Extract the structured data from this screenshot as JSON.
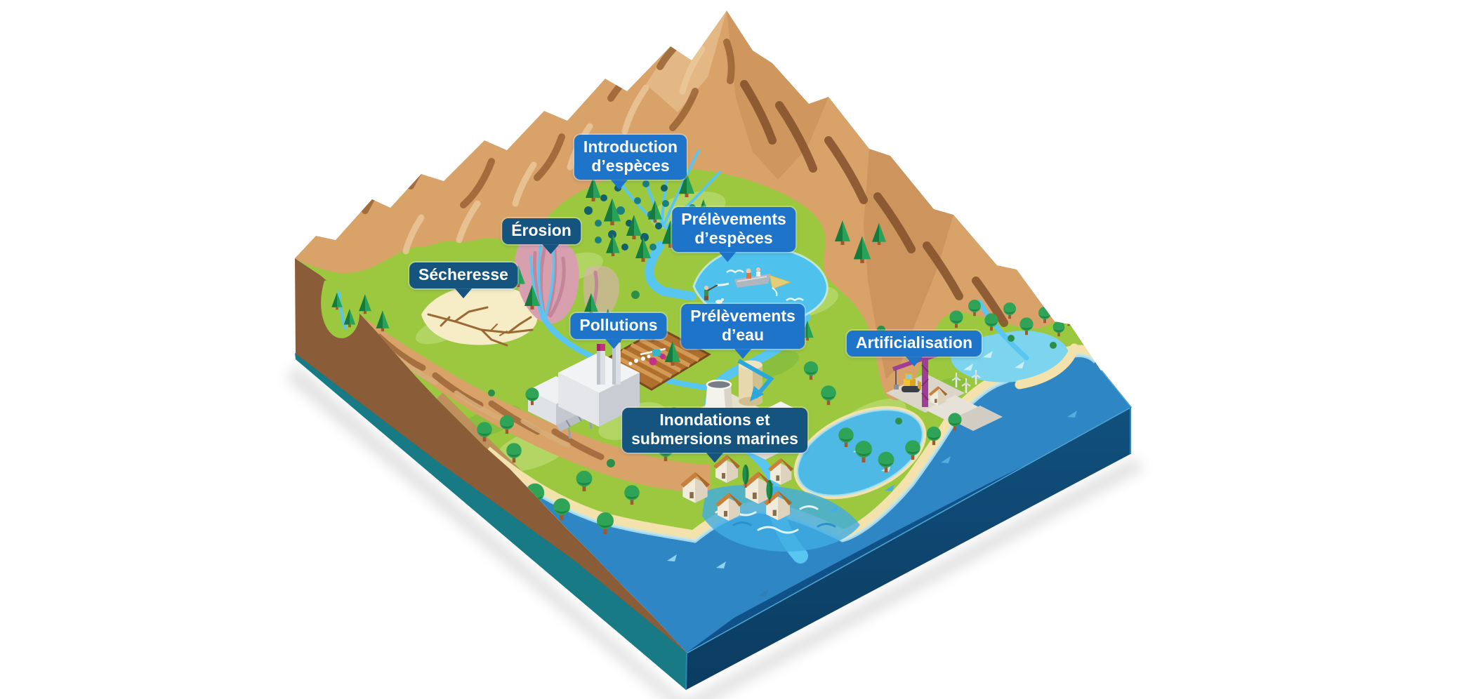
{
  "scene": {
    "description": "Isometric block illustration of a watershed from mountain summit to sea, with pressure/risk callouts (French)",
    "elements": [
      "mountain",
      "rivers",
      "braided-streams",
      "lake",
      "sea",
      "beach",
      "lagoon",
      "bay",
      "erosion-gullies",
      "dry-cracked-soil",
      "introduced-species-dots",
      "fishing-boat",
      "hunter-with-dog",
      "factory",
      "plowed-field",
      "spraying-tractor",
      "nuclear-plant",
      "cooling-tower",
      "water-intake-pipe-arrow",
      "flooded-village",
      "construction-crane",
      "bulldozer",
      "wind-turbines",
      "conifer-trees",
      "round-trees"
    ]
  },
  "labels": [
    {
      "id": "introduction-especes",
      "line1": "Introduction",
      "line2": "d’espèces",
      "variant": "bright"
    },
    {
      "id": "prelevements-especes",
      "line1": "Prélèvements",
      "line2": "d’espèces",
      "variant": "bright"
    },
    {
      "id": "erosion",
      "line1": "Érosion",
      "line2": "",
      "variant": "dark"
    },
    {
      "id": "secheresse",
      "line1": "Sécheresse",
      "line2": "",
      "variant": "dark"
    },
    {
      "id": "pollutions",
      "line1": "Pollutions",
      "line2": "",
      "variant": "bright"
    },
    {
      "id": "prelevements-eau",
      "line1": "Prélèvements",
      "line2": "d’eau",
      "variant": "bright"
    },
    {
      "id": "artificialisation",
      "line1": "Artificialisation",
      "line2": "",
      "variant": "bright"
    },
    {
      "id": "inondations",
      "line1": "Inondations et",
      "line2": "submersions marines",
      "variant": "dark"
    }
  ],
  "colors": {
    "label_bright": "#1e74c9",
    "label_dark": "#15547f",
    "label_text": "#ffffff",
    "green_base": "#9cc83f",
    "green_light": "#b9da72",
    "green_dark": "#7fb83e",
    "mountain_base": "#d8a269",
    "mountain_shadow": "#a96f3f",
    "mountain_dark": "#8a5a33",
    "mountain_light": "#ecca9b",
    "river": "#58c6f1",
    "lake": "#4ec2ec",
    "lagoon": "#7cd4ee",
    "sea_base": "#2e86c4",
    "sea_deep": "#10518a",
    "sea_foam": "#b9e7f4",
    "sand": "#f3e2ac",
    "sand_dark": "#e0bd8a",
    "cliff_brown": "#8a5c38",
    "side_teal": "#177a85",
    "side_navy_top": "#11507e",
    "side_navy_bottom": "#0b3b60",
    "pine_dark": "#167a3e",
    "pine_light": "#27a258",
    "tree_green": "#2fa457",
    "tree_dark": "#1d8443",
    "trunk": "#9c5a2e",
    "roof": "#c8813a",
    "roof_dark": "#a86a28",
    "wall": "#f1ebdc",
    "wall_side": "#ddd3bf",
    "factory_grey": "#dcdfe3",
    "chimney_pink": "#c5307f",
    "crane_purple": "#a03e96",
    "dozer_yellow": "#f2c230",
    "species_dot": "#11606b",
    "pipe_blue": "#2ba7dd",
    "gully_pink": "#d8a0ae",
    "dry_soil": "#f6ecc6",
    "crack_brown": "#9b6a33"
  }
}
